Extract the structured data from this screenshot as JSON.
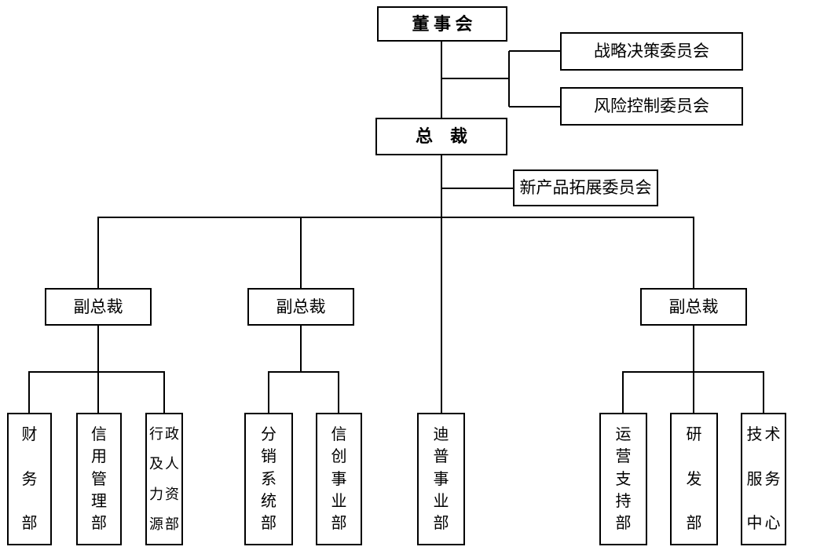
{
  "page": {
    "background_color": "#ffffff",
    "line_color": "#000000",
    "box_border_color": "#000000"
  },
  "org_chart": {
    "nodes": {
      "board": {
        "label": "董 事 会"
      },
      "strategy_committee": {
        "label": "战略决策委员会"
      },
      "risk_committee": {
        "label": "风险控制委员会"
      },
      "president": {
        "label": "总　裁"
      },
      "new_product_committee": {
        "label": "新产品拓展委员会"
      },
      "vp_left": {
        "label": "副总裁"
      },
      "vp_middle": {
        "label": "副总裁"
      },
      "vp_right": {
        "label": "副总裁"
      },
      "dept_finance": {
        "label": "财务部",
        "lines": [
          "财",
          "务",
          "部"
        ]
      },
      "dept_credit_management": {
        "label": "信用管理部",
        "lines": [
          "信",
          "用",
          "管",
          "理",
          "部"
        ]
      },
      "dept_admin_hr": {
        "label": "行政及人力资源部",
        "lines": [
          "行政",
          "及人",
          "力资",
          "源部"
        ]
      },
      "dept_distribution_systems": {
        "label": "分销系统部",
        "lines": [
          "分",
          "销",
          "系",
          "统",
          "部"
        ]
      },
      "dept_xinchuang_business": {
        "label": "信创事业部",
        "lines": [
          "信",
          "创",
          "事",
          "业",
          "部"
        ]
      },
      "dept_dipu_business": {
        "label": "迪普事业部",
        "lines": [
          "迪",
          "普",
          "事",
          "业",
          "部"
        ]
      },
      "dept_operations_support": {
        "label": "运营支持部",
        "lines": [
          "运",
          "营",
          "支",
          "持",
          "部"
        ]
      },
      "dept_rnd": {
        "label": "研发部",
        "lines": [
          "研",
          "发",
          "部"
        ]
      },
      "tech_service_center": {
        "label": "技术服务中心",
        "lines": [
          "技术",
          "服务",
          "中心"
        ]
      }
    },
    "hierarchy": {
      "board": [
        "strategy_committee",
        "risk_committee",
        "president"
      ],
      "president": [
        "new_product_committee",
        "vp_left",
        "vp_middle",
        "dept_dipu_business",
        "vp_right"
      ],
      "vp_left": [
        "dept_finance",
        "dept_credit_management",
        "dept_admin_hr"
      ],
      "vp_middle": [
        "dept_distribution_systems",
        "dept_xinchuang_business"
      ],
      "vp_right": [
        "dept_operations_support",
        "dept_rnd",
        "tech_service_center"
      ]
    }
  }
}
